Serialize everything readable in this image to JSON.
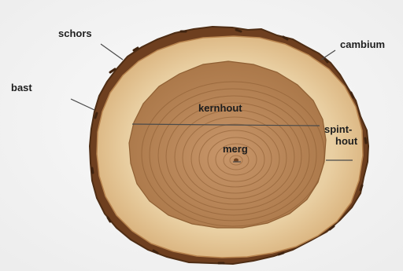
{
  "labels": {
    "schors": "schors",
    "bast": "bast",
    "cambium": "cambium",
    "kernhout": "kernhout",
    "spinthout_line1": "spint-",
    "spinthout_line2": "hout",
    "merg": "merg"
  },
  "colors": {
    "background": "#f8f8f8",
    "bark": "#7a4a26",
    "bark_dark": "#4e2d14",
    "sapwood": "#e6c89a",
    "heartwood": "#b98652",
    "rings": "#8f5f33",
    "pith": "#6e4220",
    "text": "#1e1e1e",
    "leader": "#555555"
  }
}
